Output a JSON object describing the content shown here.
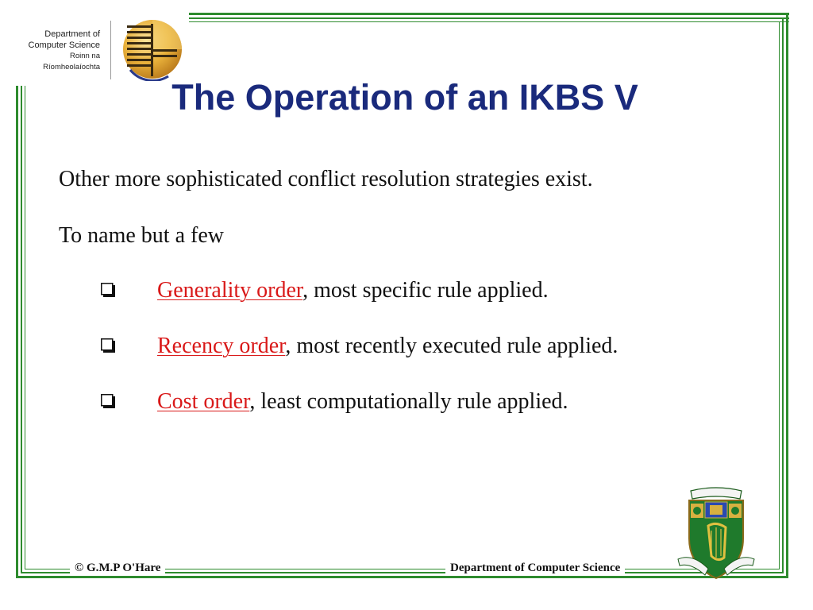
{
  "header": {
    "department_lines": [
      "Department of",
      "Computer Science",
      "Roinn na Ríomheolaíochta"
    ]
  },
  "slide": {
    "title": "The Operation of an IKBS V",
    "intro": "Other more sophisticated conflict resolution strategies exist.",
    "lead": "To name but a few",
    "bullets": [
      {
        "term": "Generality order",
        "text": ", most specific rule applied."
      },
      {
        "term": "Recency order",
        "text": ", most recently executed rule applied."
      },
      {
        "term": "Cost order",
        "text": ", least computationally rule applied."
      }
    ]
  },
  "footer": {
    "copyright": "© G.M.P O'Hare",
    "department": "Department of Computer Science"
  },
  "colors": {
    "frame_green": "#2e8b2e",
    "title_blue": "#1a2a7c",
    "term_red": "#d91818"
  },
  "icons": [
    "department-logo-icon",
    "checkbox-bullet-icon",
    "university-crest-icon"
  ]
}
